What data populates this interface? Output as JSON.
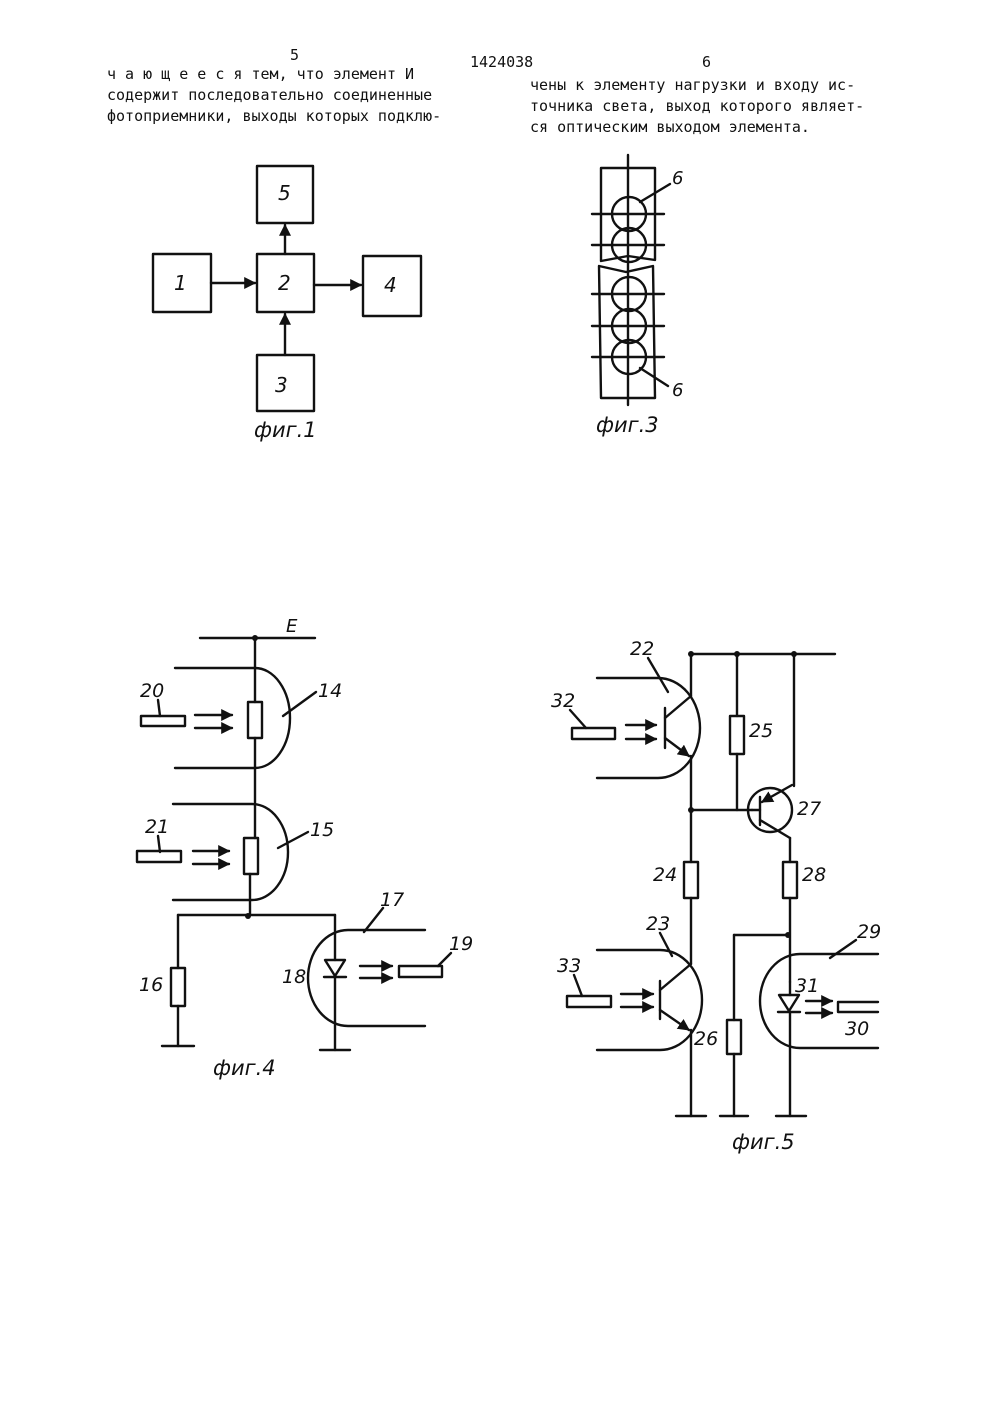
{
  "header": {
    "page_left": "5",
    "patent_number": "1424038",
    "page_right": "6"
  },
  "text_left": [
    "ч а ю щ е е с я  тем, что элемент И",
    "содержит последовательно соединенные",
    "фотоприемники, выходы которых подклю-"
  ],
  "text_right": [
    "чены к элементу нагрузки и входу ис-",
    "точника света, выход которого являет-",
    "ся оптическим выходом элемента."
  ],
  "fig1": {
    "caption": "фиг.1",
    "blocks": [
      "1",
      "2",
      "3",
      "4",
      "5"
    ]
  },
  "fig3": {
    "caption": "фиг.3",
    "labels": [
      "6",
      "6"
    ]
  },
  "fig4": {
    "caption": "фиг.4",
    "supply_label": "E",
    "labels": [
      "20",
      "14",
      "21",
      "15",
      "17",
      "19",
      "18",
      "16"
    ]
  },
  "fig5": {
    "caption": "фиг.5",
    "labels": [
      "22",
      "32",
      "25",
      "27",
      "24",
      "28",
      "23",
      "29",
      "33",
      "31",
      "30",
      "26"
    ]
  }
}
